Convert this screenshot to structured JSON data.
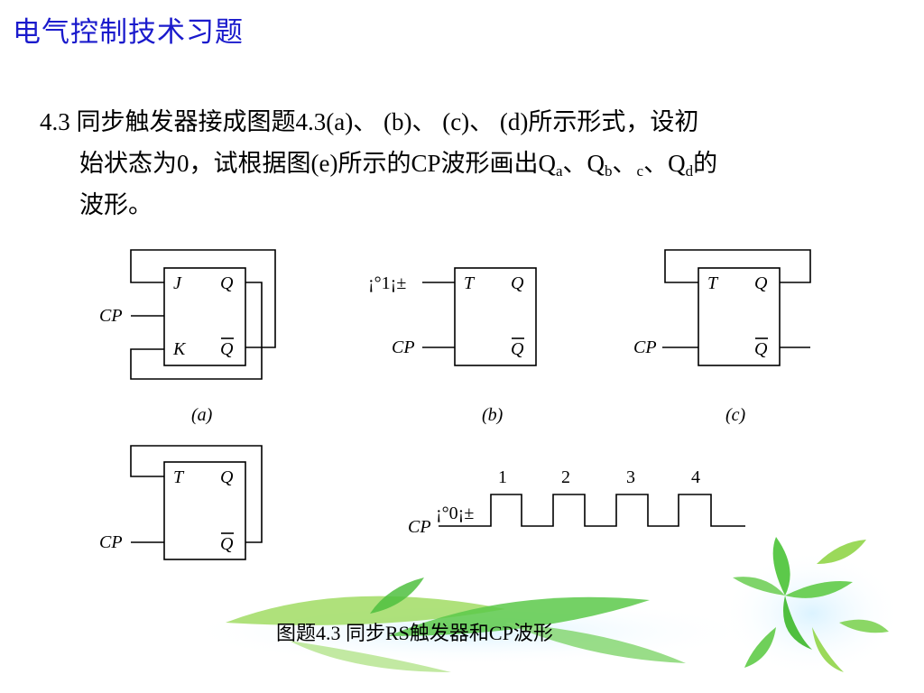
{
  "slide": {
    "title": "电气控制技术习题"
  },
  "problem": {
    "line1": "4.3 同步触发器接成图题4.3(a)、 (b)、 (c)、 (d)所示形式，设初",
    "line2_pre": "始状态为0，试根据图(e)所示的CP波形画出Q",
    "sub_a": "a",
    "sep1": "、Q",
    "sub_b": "b",
    "sep2": "、",
    "sub_c": "c",
    "sep3": "、Q",
    "sub_d": "d",
    "line2_post": "的",
    "line3": "波形。"
  },
  "diagrams": {
    "a": {
      "in1": "J",
      "in2": "K",
      "out1": "Q",
      "out2": "Q",
      "clock": "CP",
      "label": "(a)"
    },
    "b": {
      "in1": "T",
      "out1": "Q",
      "out2": "Q",
      "clock": "CP",
      "const": "¡°1¡±",
      "label": "(b)"
    },
    "c": {
      "in1": "T",
      "out1": "Q",
      "out2": "Q",
      "clock": "CP",
      "label": "(c)"
    },
    "d": {
      "in1": "T",
      "out1": "Q",
      "out2": "Q",
      "clock": "CP"
    },
    "e": {
      "clock": "CP",
      "init": "¡°0¡±",
      "pulses": [
        "1",
        "2",
        "3",
        "4"
      ]
    }
  },
  "caption": "图题4.3  同步RS触发器和CP波形",
  "colors": {
    "title": "#1a1acc",
    "leaf": "#5cc94a"
  }
}
